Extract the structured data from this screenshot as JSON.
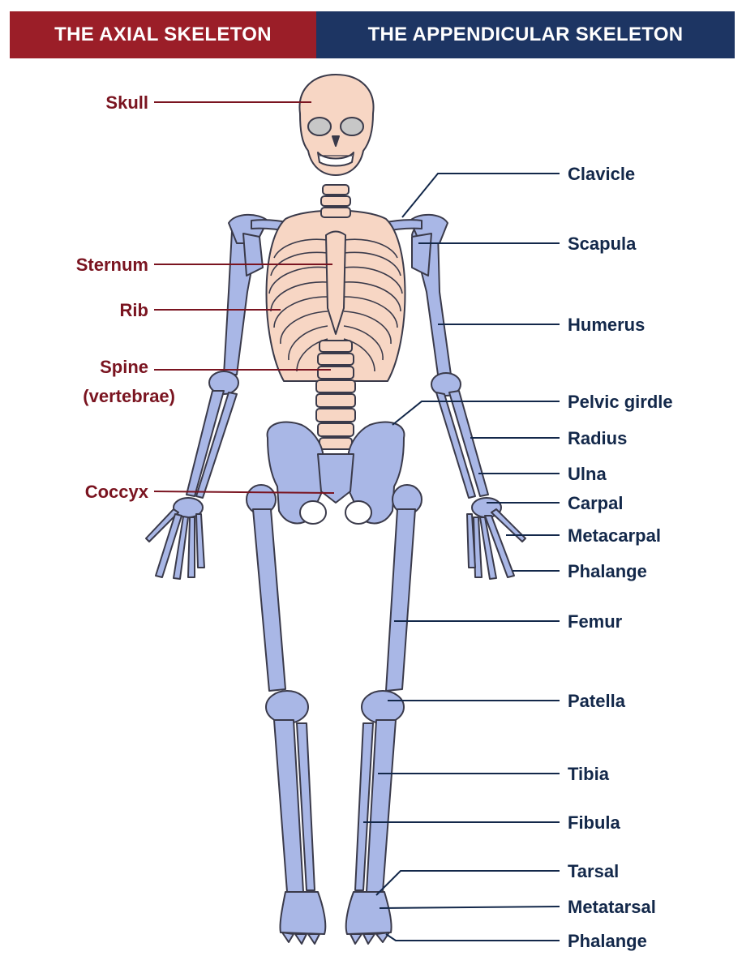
{
  "header": {
    "axial_title": "THE AXIAL SKELETON",
    "appendicular_title": "THE APPENDICULAR SKELETON"
  },
  "colors": {
    "axial_banner": "#9b1e28",
    "appendicular_banner": "#1d3563",
    "axial_label": "#7a1420",
    "appendicular_label": "#13284a",
    "axial_bone": "#f7d6c4",
    "appendicular_bone": "#a9b7e6",
    "outline": "#3a3a4a"
  },
  "labels": {
    "axial": [
      {
        "id": "skull",
        "lines": [
          "Skull"
        ]
      },
      {
        "id": "sternum",
        "lines": [
          "Sternum"
        ]
      },
      {
        "id": "rib",
        "lines": [
          "Rib"
        ]
      },
      {
        "id": "spine",
        "lines": [
          "Spine",
          "(vertebrae)"
        ]
      },
      {
        "id": "coccyx",
        "lines": [
          "Coccyx"
        ]
      }
    ],
    "appendicular": [
      {
        "id": "clavicle",
        "text": "Clavicle"
      },
      {
        "id": "scapula",
        "text": "Scapula"
      },
      {
        "id": "humerus",
        "text": "Humerus"
      },
      {
        "id": "pelvic-girdle",
        "text": "Pelvic girdle"
      },
      {
        "id": "radius",
        "text": "Radius"
      },
      {
        "id": "ulna",
        "text": "Ulna"
      },
      {
        "id": "carpal",
        "text": "Carpal"
      },
      {
        "id": "metacarpal",
        "text": "Metacarpal"
      },
      {
        "id": "phalange-hand",
        "text": "Phalange"
      },
      {
        "id": "femur",
        "text": "Femur"
      },
      {
        "id": "patella",
        "text": "Patella"
      },
      {
        "id": "tibia",
        "text": "Tibia"
      },
      {
        "id": "fibula",
        "text": "Fibula"
      },
      {
        "id": "tarsal",
        "text": "Tarsal"
      },
      {
        "id": "metatarsal",
        "text": "Metatarsal"
      },
      {
        "id": "phalange-foot",
        "text": "Phalange"
      }
    ]
  }
}
